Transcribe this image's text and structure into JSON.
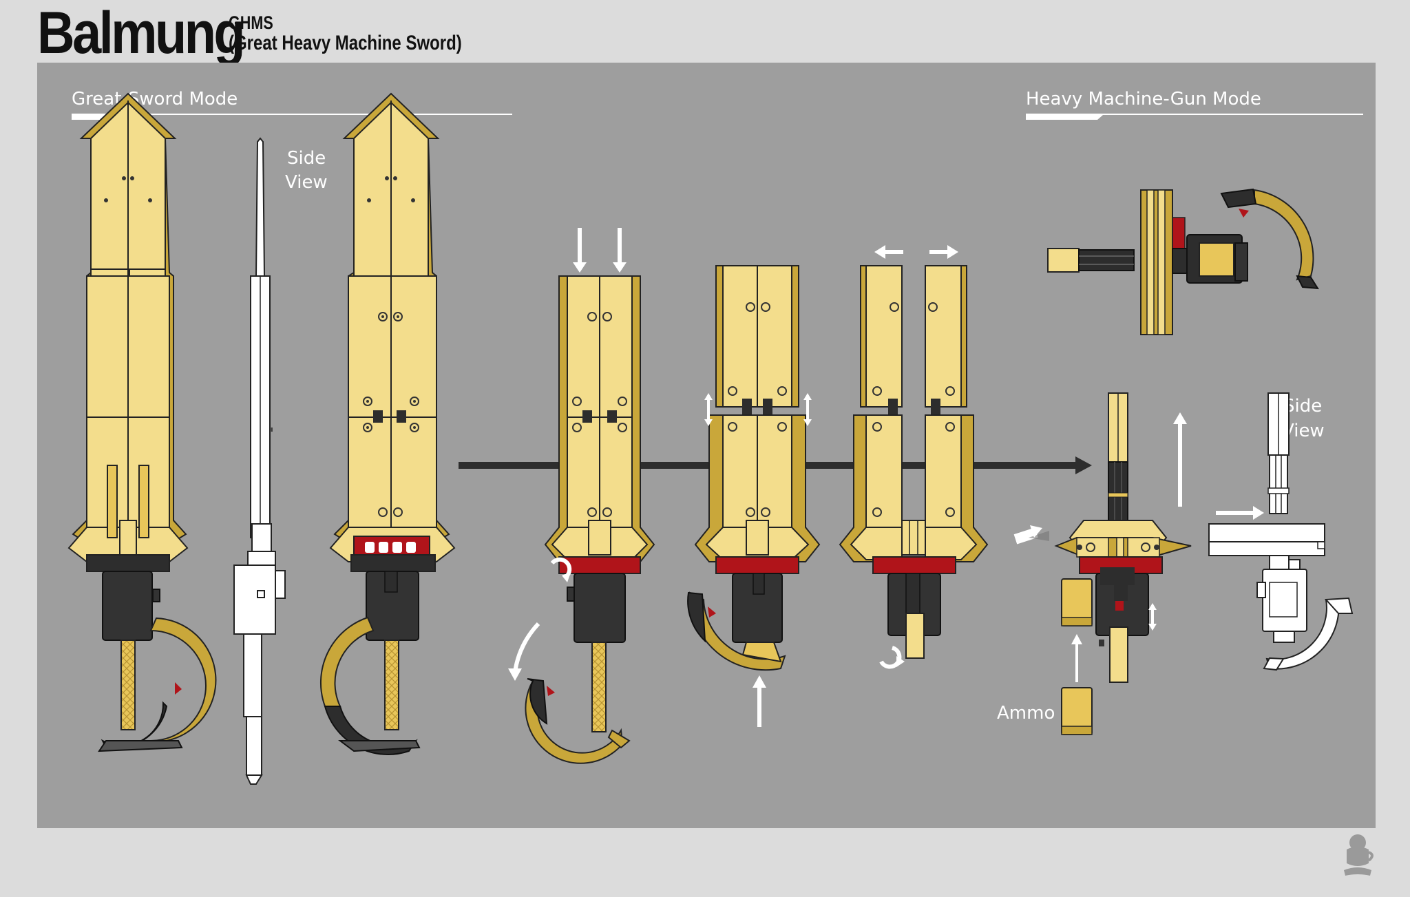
{
  "title": {
    "main": "Balmung",
    "abbr": "GHMS",
    "full": "(Great Heavy Machine Sword)"
  },
  "sections": {
    "sword_mode": "Great-Sword Mode",
    "gun_mode": "Heavy Machine-Gun Mode"
  },
  "labels": {
    "side_view_1_line1": "Side",
    "side_view_1_line2": "View",
    "side_view_2_line1": "Side",
    "side_view_2_line2": "View",
    "ammo": "Ammo"
  },
  "colors": {
    "background": "#dcdcdc",
    "panel": "#9e9e9e",
    "blade_gold": "#f3dd8c",
    "trim_gold": "#c9a73a",
    "dark": "#2d2d2d",
    "red": "#b0141a",
    "white": "#ffffff"
  },
  "icons": [
    "signature-logo"
  ]
}
